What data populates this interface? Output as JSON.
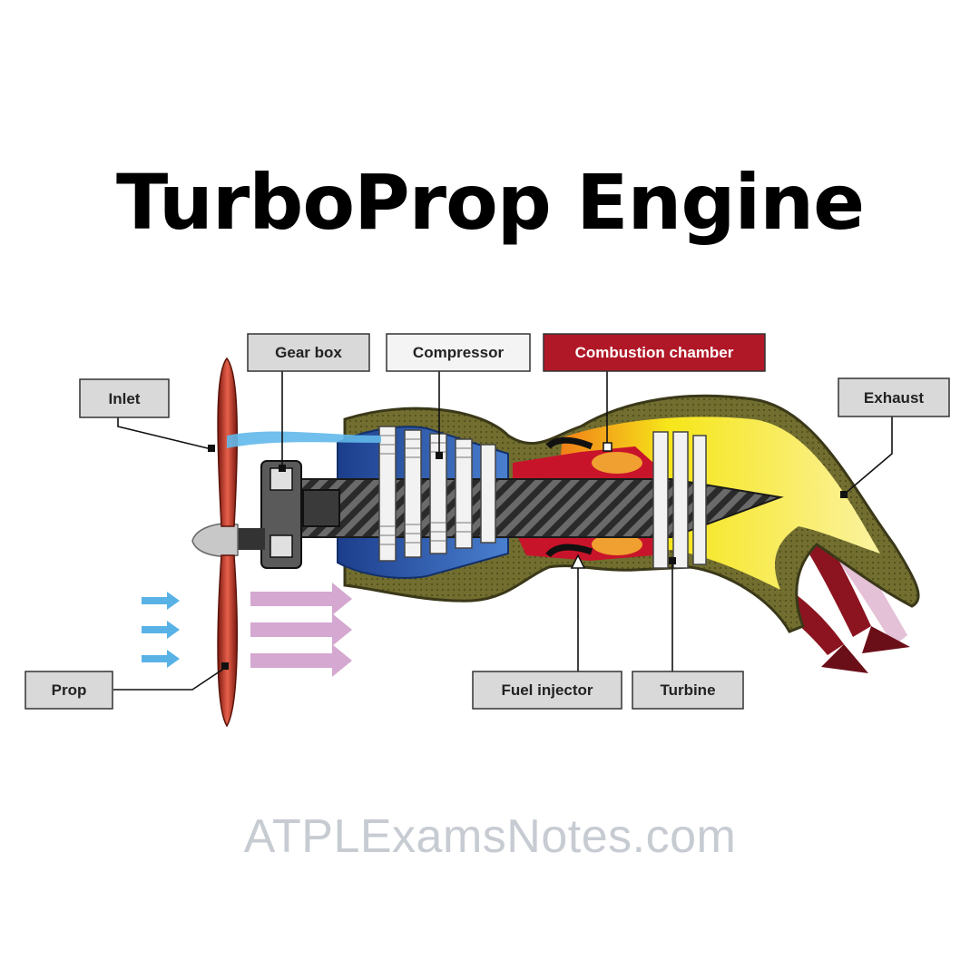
{
  "title": "TurboProp Engine",
  "footer": "ATPLExamsNotes.com",
  "labels": {
    "gear_box": "Gear box",
    "compressor": "Compressor",
    "combustion": "Combustion chamber",
    "inlet": "Inlet",
    "exhaust": "Exhaust",
    "prop": "Prop",
    "fuel_injector": "Fuel injector",
    "turbine": "Turbine"
  },
  "colors": {
    "label_box": "#d9d9d9",
    "combustion_box": "#b01827",
    "casing": "#6b6a2c",
    "hot_gas": "#f4e31a",
    "exhaust_flow": "#8c1420",
    "air_blue": "#56b4e4",
    "air_lilac": "#c9a1c9"
  }
}
